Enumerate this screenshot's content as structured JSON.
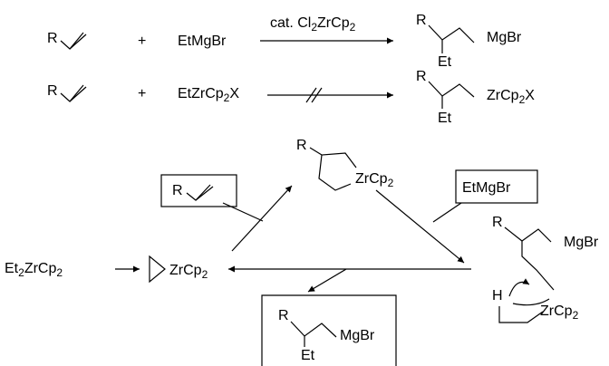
{
  "substituents": {
    "r": "R",
    "et": "Et",
    "h": "H"
  },
  "reagents": {
    "grignard": "EtMgBr",
    "zr_prefix": "EtZrCp",
    "zr_suffix": "X",
    "sub_2": "2"
  },
  "catalyst": {
    "prefix": "cat. Cl",
    "mid": "ZrCp",
    "sub": "2"
  },
  "groups": {
    "mgbr": "MgBr",
    "zrcp": "ZrCp",
    "zrcp2x_suffix": "X"
  },
  "start_complex": {
    "prefix": "Et",
    "mid": "ZrCp",
    "sub": "2"
  },
  "plus": "+"
}
